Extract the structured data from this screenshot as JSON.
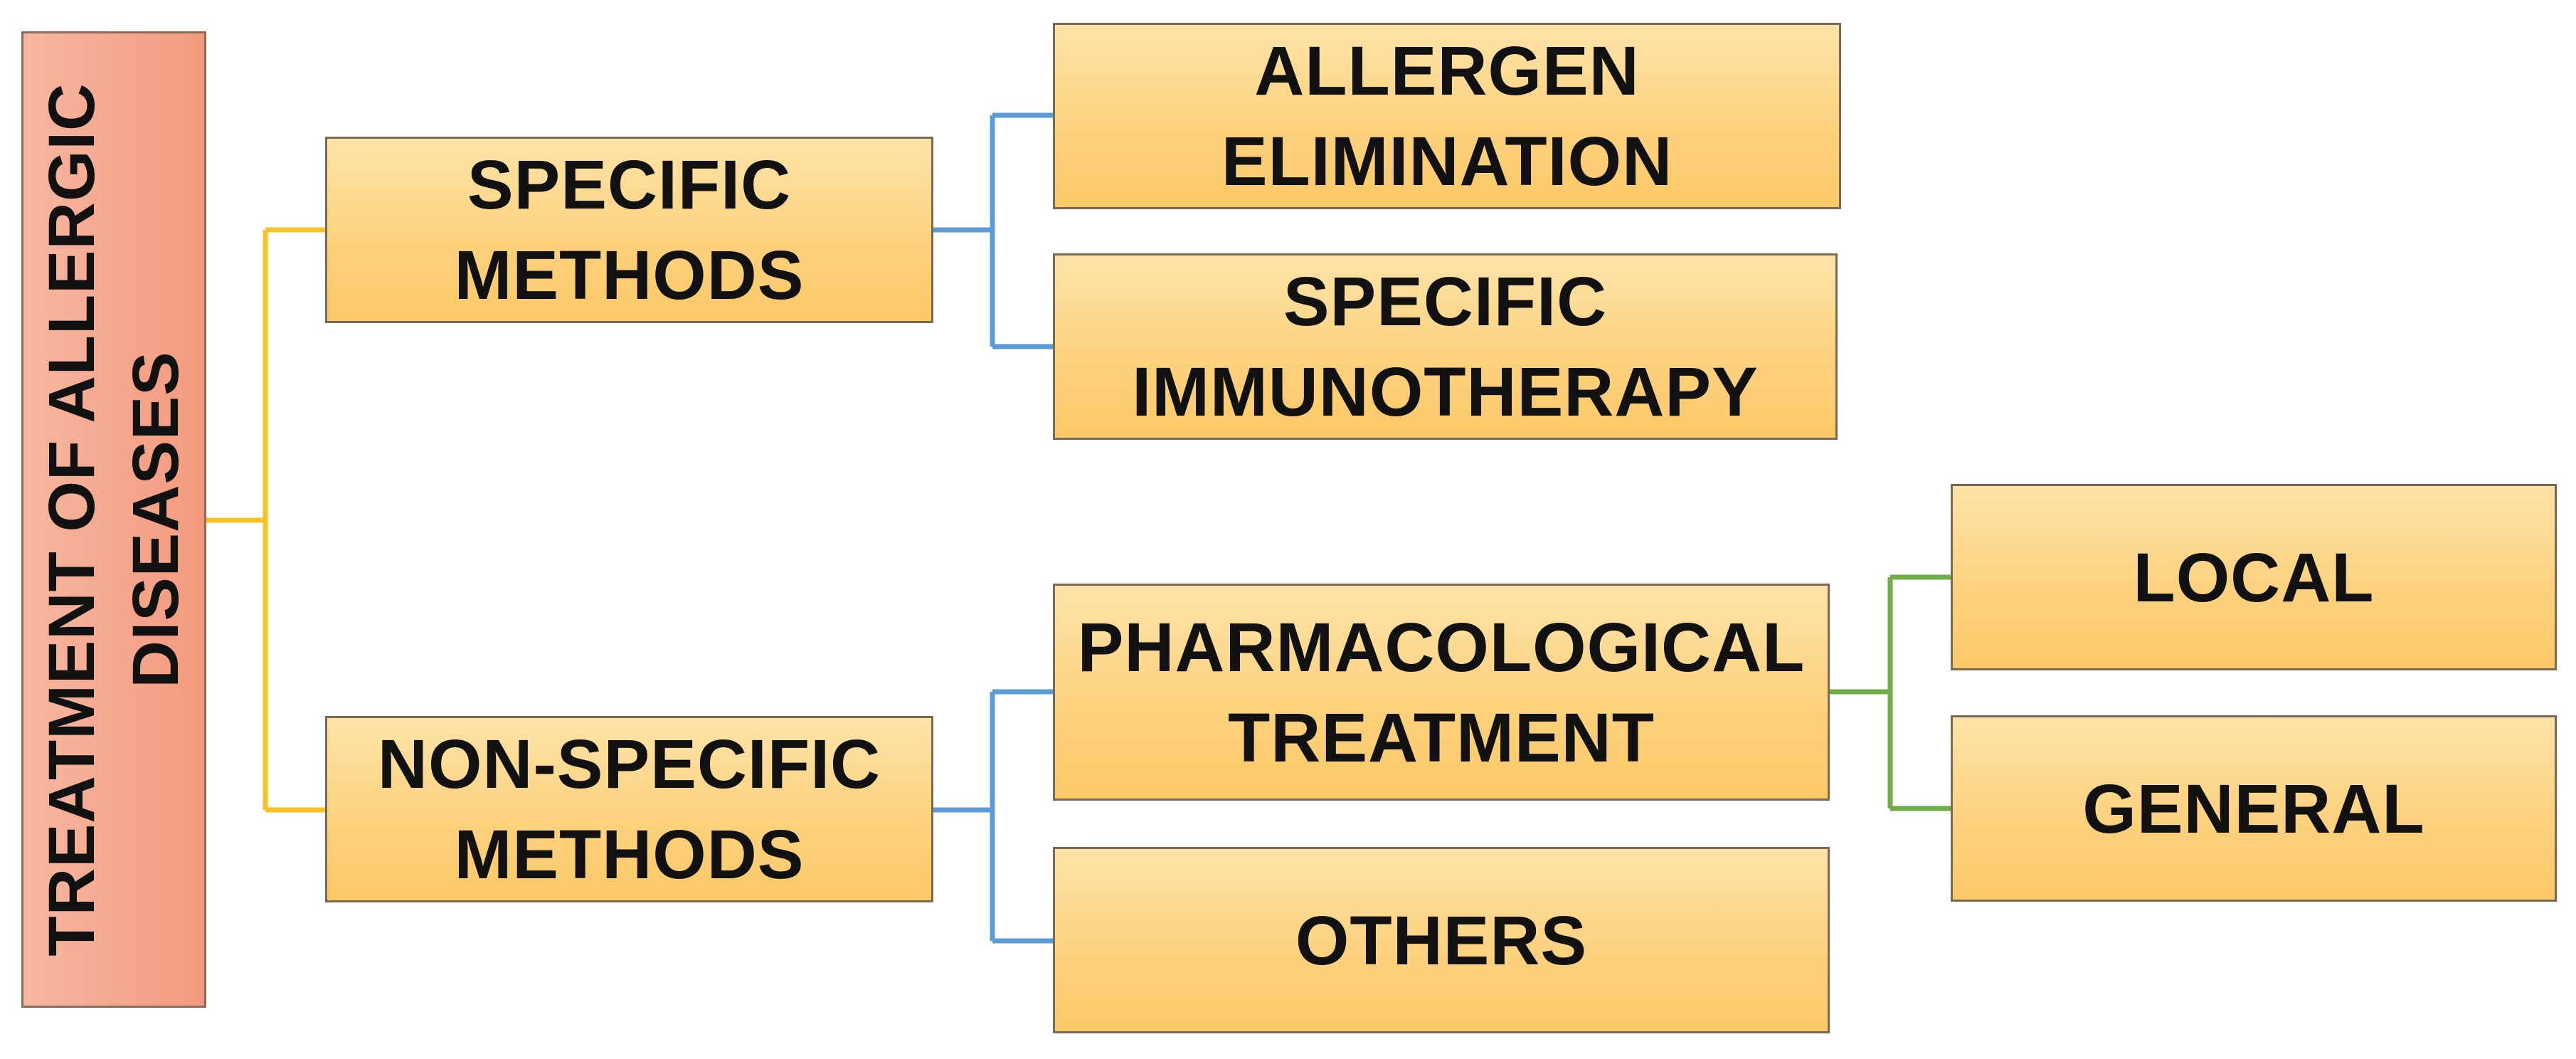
{
  "diagram": {
    "root": {
      "label": "TREATMENT OF ALLERGIC\nDISEASES"
    },
    "branches": [
      {
        "label": "SPECIFIC\nMETHODS",
        "children": [
          {
            "label": "ALLERGEN\nELIMINATION"
          },
          {
            "label": "SPECIFIC\nIMMUNOTHERAPY"
          }
        ]
      },
      {
        "label": "NON-SPECIFIC\nMETHODS",
        "children": [
          {
            "label": "PHARMACOLOGICAL\nTREATMENT",
            "children": [
              {
                "label": "LOCAL"
              },
              {
                "label": "GENERAL"
              }
            ]
          },
          {
            "label": "OTHERS"
          }
        ]
      }
    ]
  },
  "colors": {
    "root_fill": "#f5a890",
    "node_fill": "#fcd27f",
    "border": "#7a6a55",
    "connector_root": "#f9c125",
    "connector_level2": "#5b9bd5",
    "connector_level3": "#70ad47"
  }
}
